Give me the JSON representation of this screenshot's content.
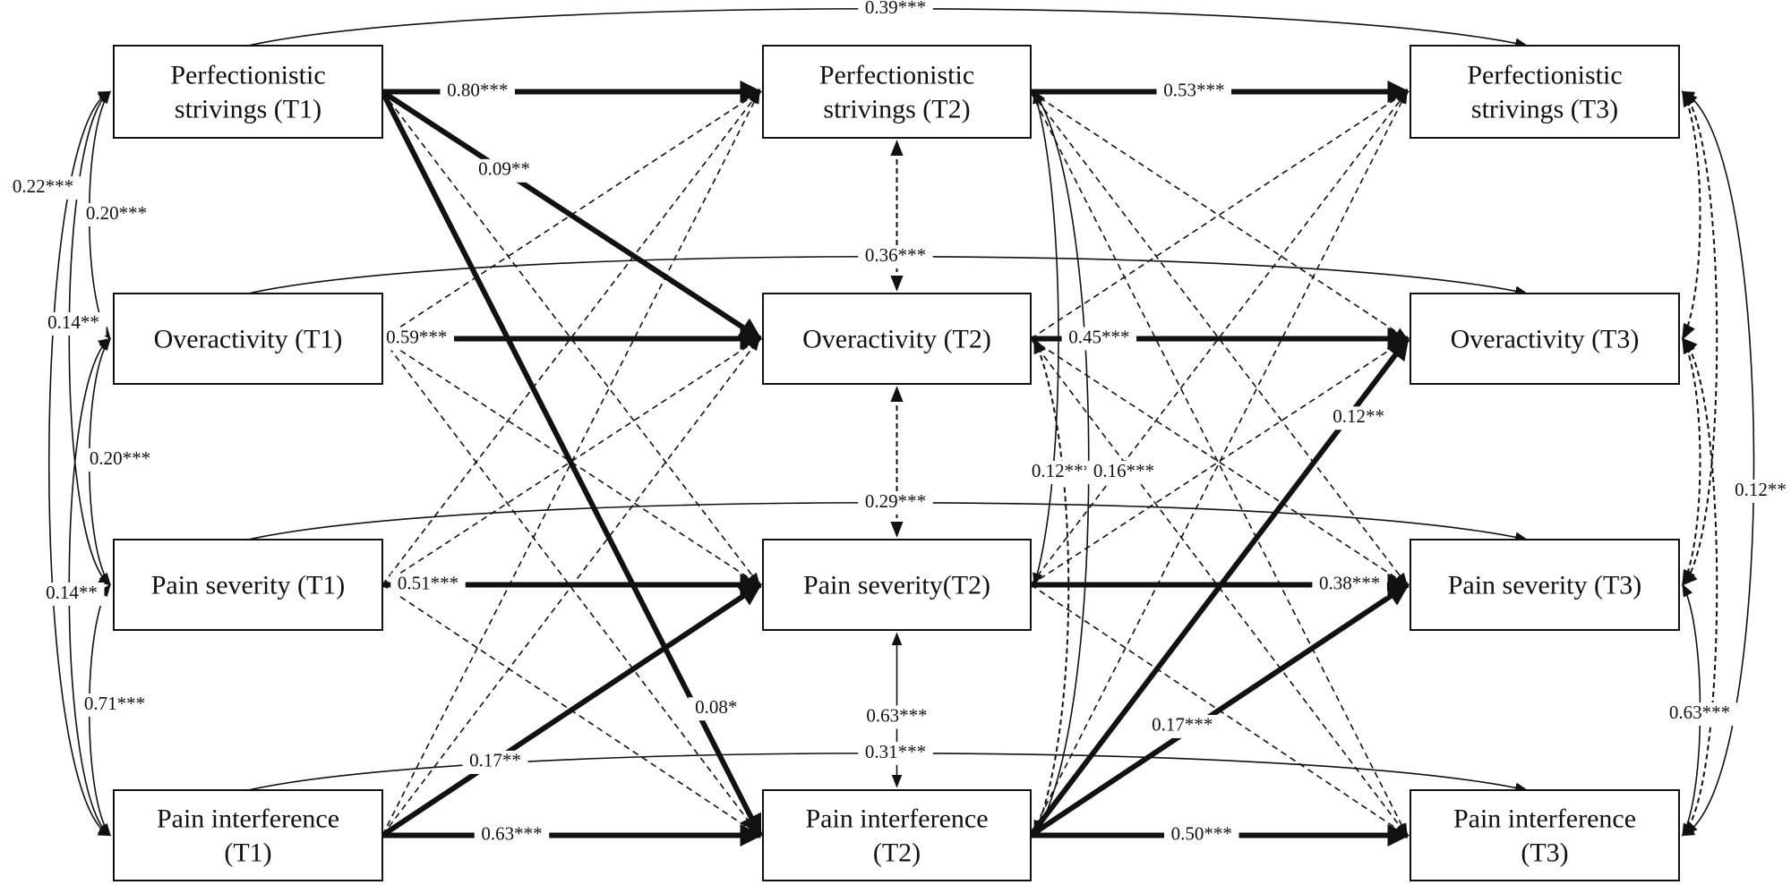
{
  "title": "Cross-lagged panel model: perfectionistic strivings, overactivity, pain severity and pain interference (T1–T3)",
  "colors": {
    "line": "#111111",
    "background": "#ffffff"
  },
  "nodes": [
    {
      "id": "ps1",
      "lines": [
        "Perfectionistic",
        "strivings  (T1)"
      ],
      "col": 0,
      "row": 0
    },
    {
      "id": "oa1",
      "lines": [
        "Overactivity  (T1)"
      ],
      "col": 0,
      "row": 1
    },
    {
      "id": "sev1",
      "lines": [
        "Pain severity  (T1)"
      ],
      "col": 0,
      "row": 2
    },
    {
      "id": "pi1",
      "lines": [
        "Pain interference",
        "(T1)"
      ],
      "col": 0,
      "row": 3
    },
    {
      "id": "ps2",
      "lines": [
        "Perfectionistic",
        "strivings  (T2)"
      ],
      "col": 1,
      "row": 0
    },
    {
      "id": "oa2",
      "lines": [
        "Overactivity  (T2)"
      ],
      "col": 1,
      "row": 1
    },
    {
      "id": "sev2",
      "lines": [
        "Pain severity(T2)"
      ],
      "col": 1,
      "row": 2
    },
    {
      "id": "pi2",
      "lines": [
        "Pain interference",
        "(T2)"
      ],
      "col": 1,
      "row": 3
    },
    {
      "id": "ps3",
      "lines": [
        "Perfectionistic",
        "strivings  (T3)"
      ],
      "col": 2,
      "row": 0
    },
    {
      "id": "oa3",
      "lines": [
        "Overactivity  (T3)"
      ],
      "col": 2,
      "row": 1
    },
    {
      "id": "sev3",
      "lines": [
        "Pain severity  (T3)"
      ],
      "col": 2,
      "row": 2
    },
    {
      "id": "pi3",
      "lines": [
        "Pain interference",
        "(T3)"
      ],
      "col": 2,
      "row": 3
    }
  ],
  "significant_paths": [
    {
      "from": "ps1",
      "to": "ps2",
      "label": "0.80***"
    },
    {
      "from": "oa1",
      "to": "oa2",
      "label": "0.59***"
    },
    {
      "from": "sev1",
      "to": "sev2",
      "label": "0.51***"
    },
    {
      "from": "pi1",
      "to": "pi2",
      "label": "0.63***"
    },
    {
      "from": "ps1",
      "to": "oa2",
      "label": "0.09**"
    },
    {
      "from": "ps1",
      "to": "pi2",
      "label": "0.08*"
    },
    {
      "from": "pi1",
      "to": "sev2",
      "label": "0.17**"
    },
    {
      "from": "ps2",
      "to": "ps3",
      "label": "0.53***"
    },
    {
      "from": "oa2",
      "to": "oa3",
      "label": "0.45***"
    },
    {
      "from": "sev2",
      "to": "sev3",
      "label": "0.38***"
    },
    {
      "from": "pi2",
      "to": "pi3",
      "label": "0.50***"
    },
    {
      "from": "pi2",
      "to": "oa3",
      "label": "0.12**"
    },
    {
      "from": "pi2",
      "to": "sev3",
      "label": "0.17***"
    }
  ],
  "nonsignificant_paths": [
    {
      "from": "ps1",
      "to": "sev2"
    },
    {
      "from": "oa1",
      "to": "ps2"
    },
    {
      "from": "oa1",
      "to": "sev2"
    },
    {
      "from": "oa1",
      "to": "pi2"
    },
    {
      "from": "sev1",
      "to": "ps2"
    },
    {
      "from": "sev1",
      "to": "oa2"
    },
    {
      "from": "sev1",
      "to": "pi2"
    },
    {
      "from": "pi1",
      "to": "ps2"
    },
    {
      "from": "pi1",
      "to": "oa2"
    },
    {
      "from": "ps2",
      "to": "oa3"
    },
    {
      "from": "ps2",
      "to": "sev3"
    },
    {
      "from": "ps2",
      "to": "pi3"
    },
    {
      "from": "oa2",
      "to": "ps3"
    },
    {
      "from": "oa2",
      "to": "sev3"
    },
    {
      "from": "oa2",
      "to": "pi3"
    },
    {
      "from": "sev2",
      "to": "ps3"
    },
    {
      "from": "sev2",
      "to": "oa3"
    },
    {
      "from": "sev2",
      "to": "pi3"
    },
    {
      "from": "pi2",
      "to": "ps3"
    }
  ],
  "stability_long_paths": [
    {
      "from": "ps1",
      "to": "ps3",
      "label": "0.39***"
    },
    {
      "from": "oa1",
      "to": "oa3",
      "label": "0.36***"
    },
    {
      "from": "sev1",
      "to": "sev3",
      "label": "0.29***"
    },
    {
      "from": "pi1",
      "to": "pi3",
      "label": "0.31***"
    }
  ],
  "correlations_t1": [
    {
      "a": "ps1",
      "b": "pi1",
      "label": "0.22***"
    },
    {
      "a": "ps1",
      "b": "oa1",
      "label": "0.20***"
    },
    {
      "a": "ps1",
      "b": "sev1",
      "label": "0.14**"
    },
    {
      "a": "oa1",
      "b": "sev1",
      "label": "0.20***"
    },
    {
      "a": "oa1",
      "b": "pi1",
      "label": "0.14**"
    },
    {
      "a": "sev1",
      "b": "pi1",
      "label": "0.71***"
    }
  ],
  "correlations_t2": [
    {
      "a": "ps2",
      "b": "oa2",
      "significant": false
    },
    {
      "a": "oa2",
      "b": "sev2",
      "significant": false
    },
    {
      "a": "sev2",
      "b": "pi2",
      "significant": true,
      "label": "0.63***"
    },
    {
      "a": "ps2",
      "b": "sev2",
      "significant": true,
      "label": "0.12***"
    },
    {
      "a": "ps2",
      "b": "pi2",
      "significant": true,
      "label": "0.16***"
    },
    {
      "a": "oa2",
      "b": "pi2",
      "significant": false
    }
  ],
  "correlations_t3": [
    {
      "a": "ps3",
      "b": "oa3",
      "significant": false
    },
    {
      "a": "ps3",
      "b": "sev3",
      "significant": false
    },
    {
      "a": "oa3",
      "b": "sev3",
      "significant": false
    },
    {
      "a": "oa3",
      "b": "pi3",
      "significant": false
    },
    {
      "a": "sev3",
      "b": "pi3",
      "significant": true,
      "label": "0.63***"
    },
    {
      "a": "ps3",
      "b": "pi3",
      "significant": true,
      "label": "0.12**"
    }
  ]
}
